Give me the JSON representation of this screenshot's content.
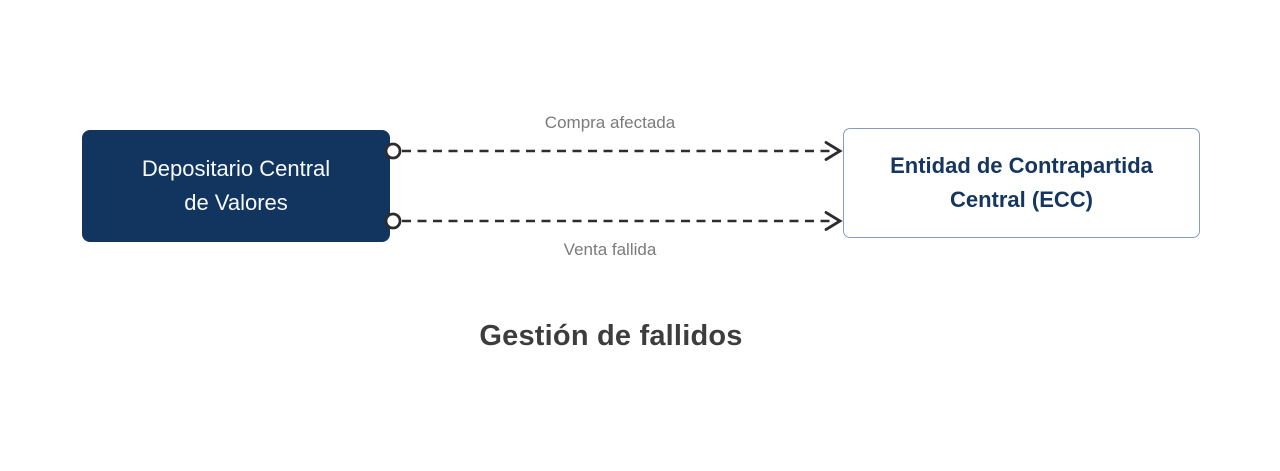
{
  "diagram": {
    "title": "Gestión de fallidos",
    "nodes": [
      {
        "id": "depositario-central-valores",
        "lines": [
          "Depositario Central",
          "de Valores"
        ],
        "style": "filled-navy"
      },
      {
        "id": "entidad-contrapartida-central",
        "lines": [
          "Entidad de Contrapartida",
          "Central (ECC)"
        ],
        "style": "outlined-white"
      }
    ],
    "edges": [
      {
        "label": "Compra afectada",
        "from": "depositario-central-valores",
        "to": "entidad-contrapartida-central",
        "style": "dashed-arrow"
      },
      {
        "label": "Venta fallida",
        "from": "depositario-central-valores",
        "to": "entidad-contrapartida-central",
        "style": "dashed-arrow"
      }
    ]
  },
  "colors": {
    "node_fill_navy": "#11355f",
    "node_text_navy": "#14365f",
    "node_border_blue": "#8b9cc0",
    "edge_line": "#2d2d2d",
    "edge_label_gray": "#7b7b7b",
    "title_gray": "#3d3d3d",
    "background": "#ffffff"
  }
}
